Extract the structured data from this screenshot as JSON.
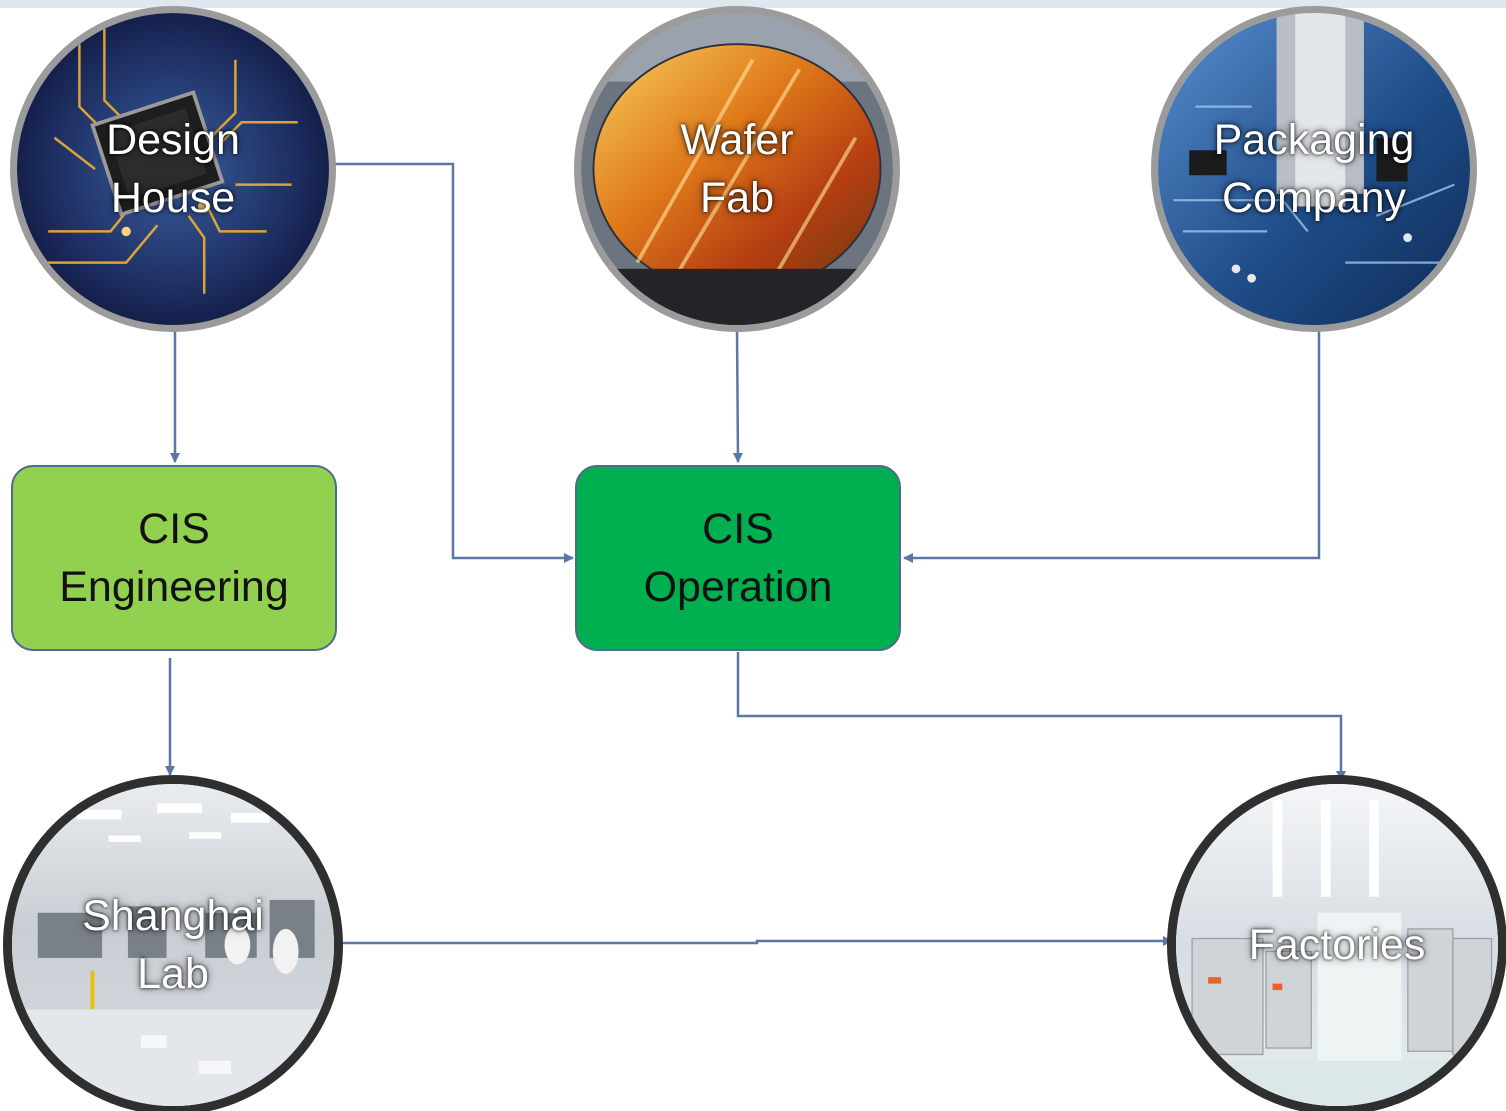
{
  "colors": {
    "connector": "#5b77a6",
    "engineering_fill": "#92d050",
    "operation_fill": "#00b050",
    "ring_gray": "#9b9b9b",
    "ring_dark": "#2f2f2f"
  },
  "nodes": {
    "design_house": {
      "line1": "Design",
      "line2": "House"
    },
    "wafer_fab": {
      "line1": "Wafer",
      "line2": "Fab"
    },
    "packaging": {
      "line1": "Packaging",
      "line2": "Company"
    },
    "cis_engineering": {
      "line1": "CIS",
      "line2": "Engineering"
    },
    "cis_operation": {
      "line1": "CIS",
      "line2": "Operation"
    },
    "shanghai_lab": {
      "line1": "Shanghai",
      "line2": "Lab"
    },
    "factories": {
      "line1": "Factories"
    }
  },
  "images": {
    "design_house": "circuit-chip-photo",
    "wafer_fab": "silicon-wafer-photo",
    "packaging": "circuit-board-photo",
    "shanghai_lab": "cleanroom-lab-photo",
    "factories": "factory-floor-photo"
  },
  "edges": [
    {
      "from": "design_house",
      "to": "cis_engineering"
    },
    {
      "from": "design_house",
      "to": "cis_operation"
    },
    {
      "from": "wafer_fab",
      "to": "cis_operation"
    },
    {
      "from": "packaging",
      "to": "cis_operation"
    },
    {
      "from": "cis_engineering",
      "to": "shanghai_lab"
    },
    {
      "from": "cis_operation",
      "to": "factories"
    },
    {
      "from": "shanghai_lab",
      "to": "factories"
    }
  ]
}
